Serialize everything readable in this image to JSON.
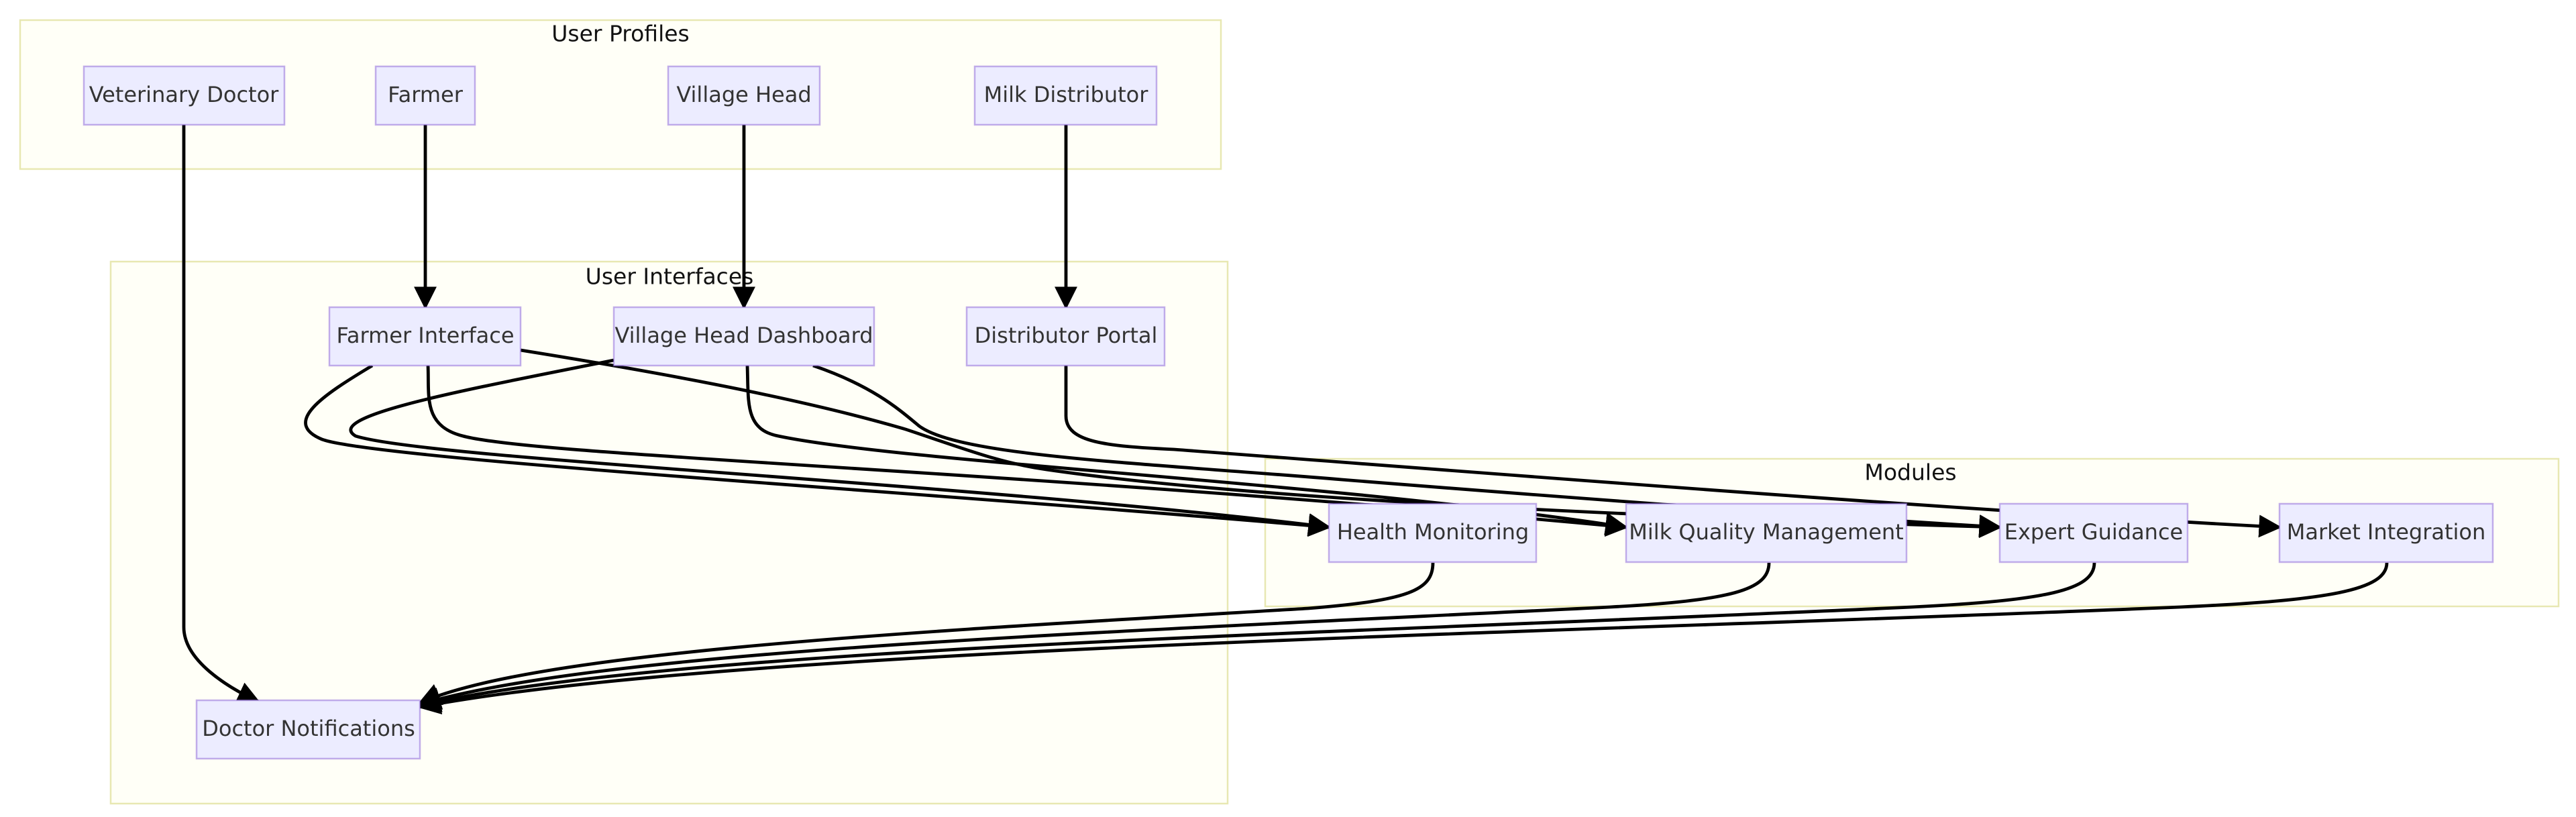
{
  "diagram": {
    "clusters": {
      "profiles": {
        "label": "User Profiles"
      },
      "interfaces": {
        "label": "User Interfaces"
      },
      "modules": {
        "label": "Modules"
      }
    },
    "nodes": {
      "vet": {
        "label": "Veterinary Doctor"
      },
      "farmer": {
        "label": "Farmer"
      },
      "village_head": {
        "label": "Village Head"
      },
      "milk_distributor": {
        "label": "Milk Distributor"
      },
      "farmer_interface": {
        "label": "Farmer Interface"
      },
      "village_dashboard": {
        "label": "Village Head Dashboard"
      },
      "distributor_portal": {
        "label": "Distributor Portal"
      },
      "doctor_notifications": {
        "label": "Doctor Notifications"
      },
      "health_monitoring": {
        "label": "Health Monitoring"
      },
      "milk_quality": {
        "label": "Milk Quality Management"
      },
      "expert_guidance": {
        "label": "Expert Guidance"
      },
      "market_integration": {
        "label": "Market Integration"
      }
    },
    "edges": [
      {
        "from": "vet",
        "to": "doctor_notifications"
      },
      {
        "from": "farmer",
        "to": "farmer_interface"
      },
      {
        "from": "village_head",
        "to": "village_dashboard"
      },
      {
        "from": "milk_distributor",
        "to": "distributor_portal"
      },
      {
        "from": "farmer_interface",
        "to": "health_monitoring"
      },
      {
        "from": "farmer_interface",
        "to": "milk_quality"
      },
      {
        "from": "farmer_interface",
        "to": "expert_guidance"
      },
      {
        "from": "village_dashboard",
        "to": "health_monitoring"
      },
      {
        "from": "village_dashboard",
        "to": "milk_quality"
      },
      {
        "from": "village_dashboard",
        "to": "expert_guidance"
      },
      {
        "from": "distributor_portal",
        "to": "market_integration"
      },
      {
        "from": "health_monitoring",
        "to": "doctor_notifications"
      },
      {
        "from": "milk_quality",
        "to": "doctor_notifications"
      },
      {
        "from": "expert_guidance",
        "to": "doctor_notifications"
      },
      {
        "from": "market_integration",
        "to": "doctor_notifications"
      }
    ]
  }
}
